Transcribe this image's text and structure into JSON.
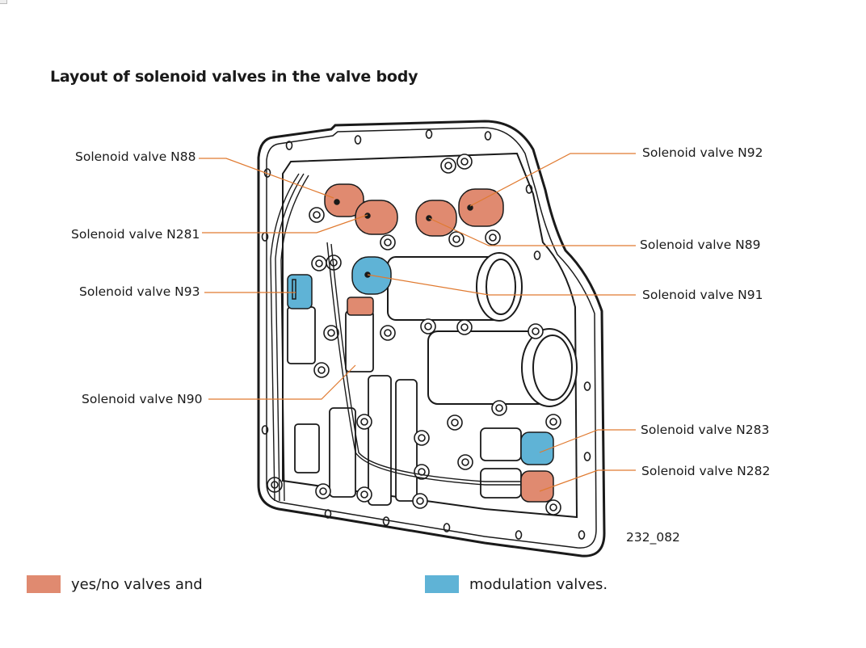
{
  "title": "Layout of solenoid valves in the valve body",
  "figure_id": "232_082",
  "colors": {
    "yes_no": "#e08a70",
    "modulation": "#5fb3d6",
    "leader_line": "#e07a30",
    "outline": "#1a1a1a"
  },
  "labels": {
    "n88": "Solenoid valve N88",
    "n281": "Solenoid valve N281",
    "n93": "Solenoid valve N93",
    "n90": "Solenoid valve N90",
    "n92": "Solenoid valve N92",
    "n89": "Solenoid valve N89",
    "n91": "Solenoid valve N91",
    "n283": "Solenoid valve N283",
    "n282": "Solenoid valve N282"
  },
  "valves": [
    {
      "id": "N88",
      "type": "yes_no"
    },
    {
      "id": "N281",
      "type": "yes_no"
    },
    {
      "id": "N93",
      "type": "modulation"
    },
    {
      "id": "N90",
      "type": "yes_no"
    },
    {
      "id": "N92",
      "type": "yes_no"
    },
    {
      "id": "N89",
      "type": "yes_no"
    },
    {
      "id": "N91",
      "type": "modulation"
    },
    {
      "id": "N283",
      "type": "modulation"
    },
    {
      "id": "N282",
      "type": "yes_no"
    }
  ],
  "legend": {
    "yes_no_label": "yes/no valves and",
    "modulation_label": "modulation valves."
  }
}
